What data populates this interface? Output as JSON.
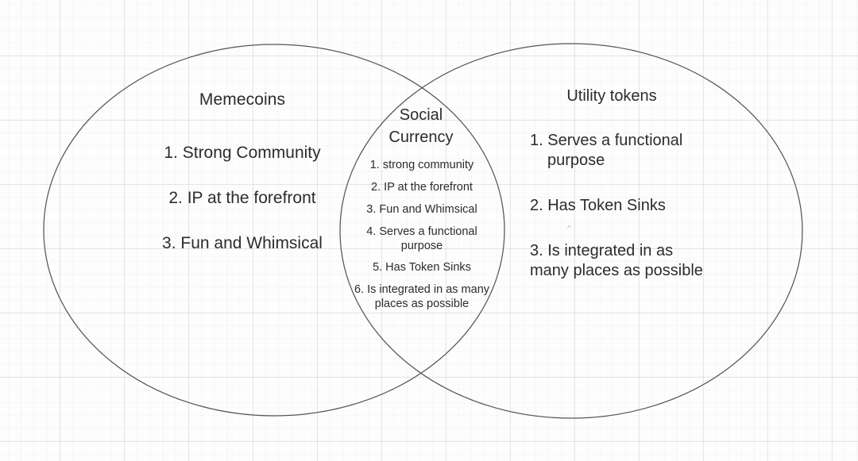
{
  "diagram": {
    "type": "venn",
    "background": "graph-paper-grid",
    "stroke_color": "#55565a",
    "text_color": "#2c2c30",
    "left": {
      "title": "Memecoins",
      "items": [
        "1. Strong Community",
        "2. IP at the forefront",
        "3. Fun and Whimsical"
      ]
    },
    "center": {
      "title_line1": "Social",
      "title_line2": "Currency",
      "items": [
        "1. strong community",
        "2. IP at the forefront",
        "3. Fun and Whimsical",
        "4. Serves a functional purpose",
        "5. Has Token Sinks",
        "6. Is integrated in as many places as possible"
      ]
    },
    "right": {
      "title": "Utility tokens",
      "items": [
        "1. Serves a functional purpose",
        "2. Has Token Sinks",
        "3. Is integrated in as many places as possible"
      ]
    },
    "artifact": "^"
  }
}
